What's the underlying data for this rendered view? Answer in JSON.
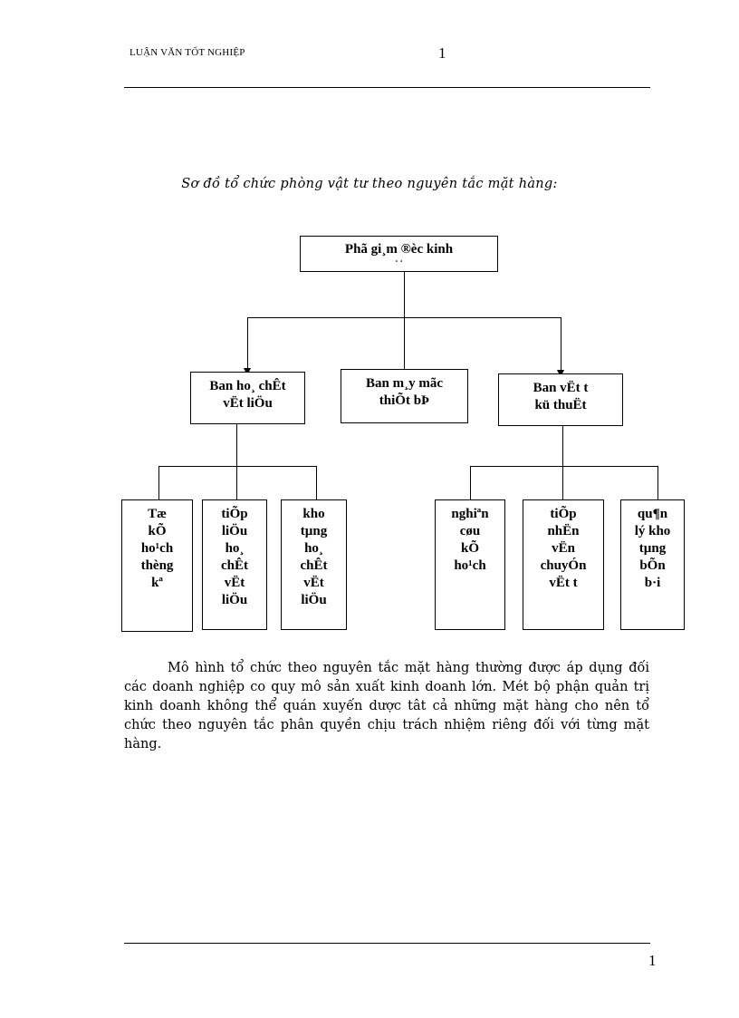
{
  "header": {
    "title": "LUẬN VĂN TỐT NGHIỆP",
    "page_number": "1"
  },
  "caption": "Sơ đồ tổ chức phòng vật tư theo nguyên tắc mặt hàng:",
  "org_chart": {
    "root": {
      "label_line1": "Phã gi¸m ®èc kinh",
      "label_line2": "¸ ¸"
    },
    "level2": [
      {
        "line1": "Ban ho¸ chÊt",
        "line2": "vËt liÖu"
      },
      {
        "line1": "Ban m¸y mãc",
        "line2": "thiÕt bÞ"
      },
      {
        "line1": "Ban vËt t",
        "line2": "kü thuËt"
      }
    ],
    "level3_left": [
      {
        "lines": [
          "Tæ",
          "kÕ",
          "ho¹ch",
          "thèng",
          "kª"
        ]
      },
      {
        "lines": [
          "tiÕp",
          "liÖu",
          "ho¸",
          "chÊt",
          "vËt",
          "liÖu"
        ]
      },
      {
        "lines": [
          "kho",
          "tµng",
          "ho¸",
          "chÊt",
          "vËt",
          "liÖu"
        ]
      }
    ],
    "level3_right": [
      {
        "lines": [
          "nghiªn",
          "cøu",
          "kÕ",
          "ho¹ch"
        ]
      },
      {
        "lines": [
          "tiÕp",
          "nhËn",
          "vËn",
          "chuyÓn",
          "vËt t"
        ]
      },
      {
        "lines": [
          "qu¶n",
          "lý kho",
          "tµng",
          "bÕn",
          "b·i"
        ]
      }
    ]
  },
  "paragraph": "Mô hình tổ chức theo nguyên tắc mặt hàng thường được áp dụng đối các doanh nghiệp co quy mô sản xuất kinh doanh lớn. Mét bộ phận quản trị kinh doanh không thể quán xuyến dược tât cả những mặt hàng cho nên tổ chức theo nguyên tắc phân quyền chịu trách nhiệm riêng đối với từng mặt hàng.",
  "footer": {
    "page_number": "1"
  }
}
